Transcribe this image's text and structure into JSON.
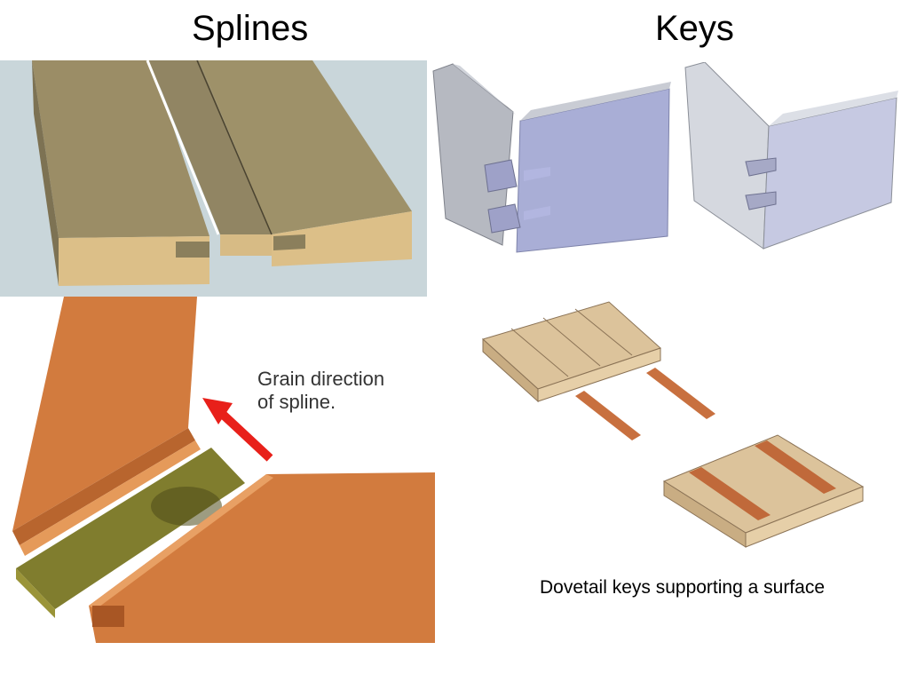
{
  "slide": {
    "left_heading": "Splines",
    "right_heading": "Keys",
    "grain_label_line1": "Grain direction",
    "grain_label_line2": "of spline.",
    "dovetail_caption": "Dovetail keys supporting a surface"
  },
  "colors": {
    "background": "#ffffff",
    "spline_panel_sky": "#c9d6da",
    "board_top": "#9a8c64",
    "board_end": "#d9bd86",
    "cherry_board": "#d27b3e",
    "olive_spline": "#7d7a2b",
    "arrow_red": "#e8201a",
    "gray_board": "#b9bcc4",
    "blue_board": "#a9aed6",
    "pale_wood": "#dcc39b",
    "dark_key": "#c0693a"
  },
  "icons": [
    "grain-direction-arrow"
  ]
}
